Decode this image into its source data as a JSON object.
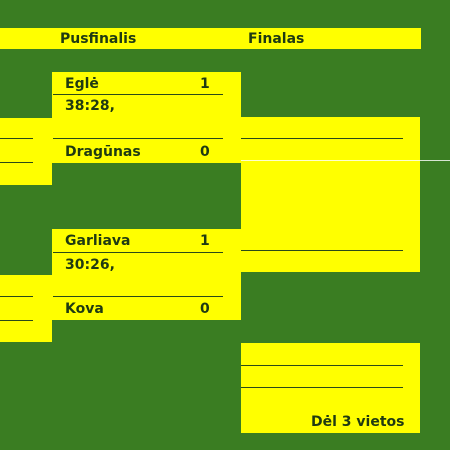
{
  "headers": {
    "semifinals": "Pusfinalis",
    "finals": "Finalas"
  },
  "semifinal_1": {
    "team_a": "Eglė",
    "score_a": "1",
    "result": "38:28,",
    "team_b": "Dragūnas",
    "score_b": "0"
  },
  "semifinal_2": {
    "team_a": "Garliava",
    "score_a": "1",
    "result": "30:26,",
    "team_b": "Kova",
    "score_b": "0"
  },
  "third_place": {
    "label": "Dėl 3 vietos"
  },
  "colors": {
    "background": "#3a7d22",
    "panel": "#ffff00",
    "text": "#1f3a12"
  }
}
